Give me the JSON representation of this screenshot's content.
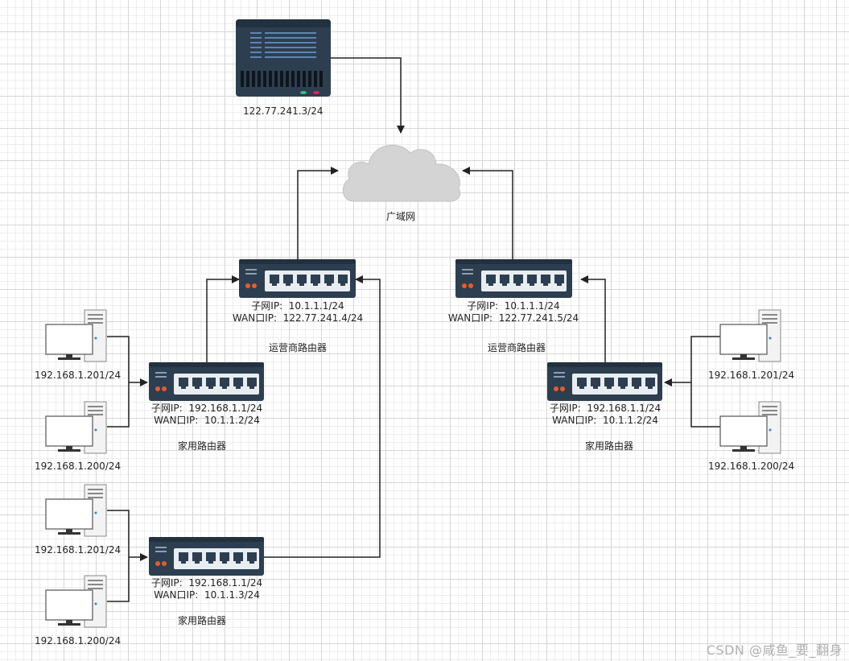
{
  "server": {
    "ip": "122.77.241.3/24"
  },
  "cloud": {
    "label": "广域网"
  },
  "labels": {
    "subnet_label": "子网IP:",
    "wan_label": "WAN口IP:"
  },
  "isp_routers": [
    {
      "subnet_ip": "10.1.1.1/24",
      "wan_ip": "122.77.241.4/24",
      "caption": "运营商路由器"
    },
    {
      "subnet_ip": "10.1.1.1/24",
      "wan_ip": "122.77.241.5/24",
      "caption": "运营商路由器"
    }
  ],
  "home_routers": [
    {
      "subnet_ip": "192.168.1.1/24",
      "wan_ip": "10.1.1.2/24",
      "caption": "家用路由器"
    },
    {
      "subnet_ip": "192.168.1.1/24",
      "wan_ip": "10.1.1.3/24",
      "caption": "家用路由器"
    },
    {
      "subnet_ip": "192.168.1.1/24",
      "wan_ip": "10.1.1.2/24",
      "caption": "家用路由器"
    }
  ],
  "pcs": [
    {
      "ip": "192.168.1.201/24"
    },
    {
      "ip": "192.168.1.200/24"
    },
    {
      "ip": "192.168.1.201/24"
    },
    {
      "ip": "192.168.1.200/24"
    },
    {
      "ip": "192.168.1.201/24"
    },
    {
      "ip": "192.168.1.200/24"
    }
  ],
  "watermark": "CSDN @咸鱼_要_翻身",
  "colors": {
    "device_dark": "#2d3e50",
    "device_panel": "#e8edf2",
    "cloud_fill": "#d4d4d4",
    "line": "#222222",
    "led_orange": "#e15f2a"
  }
}
